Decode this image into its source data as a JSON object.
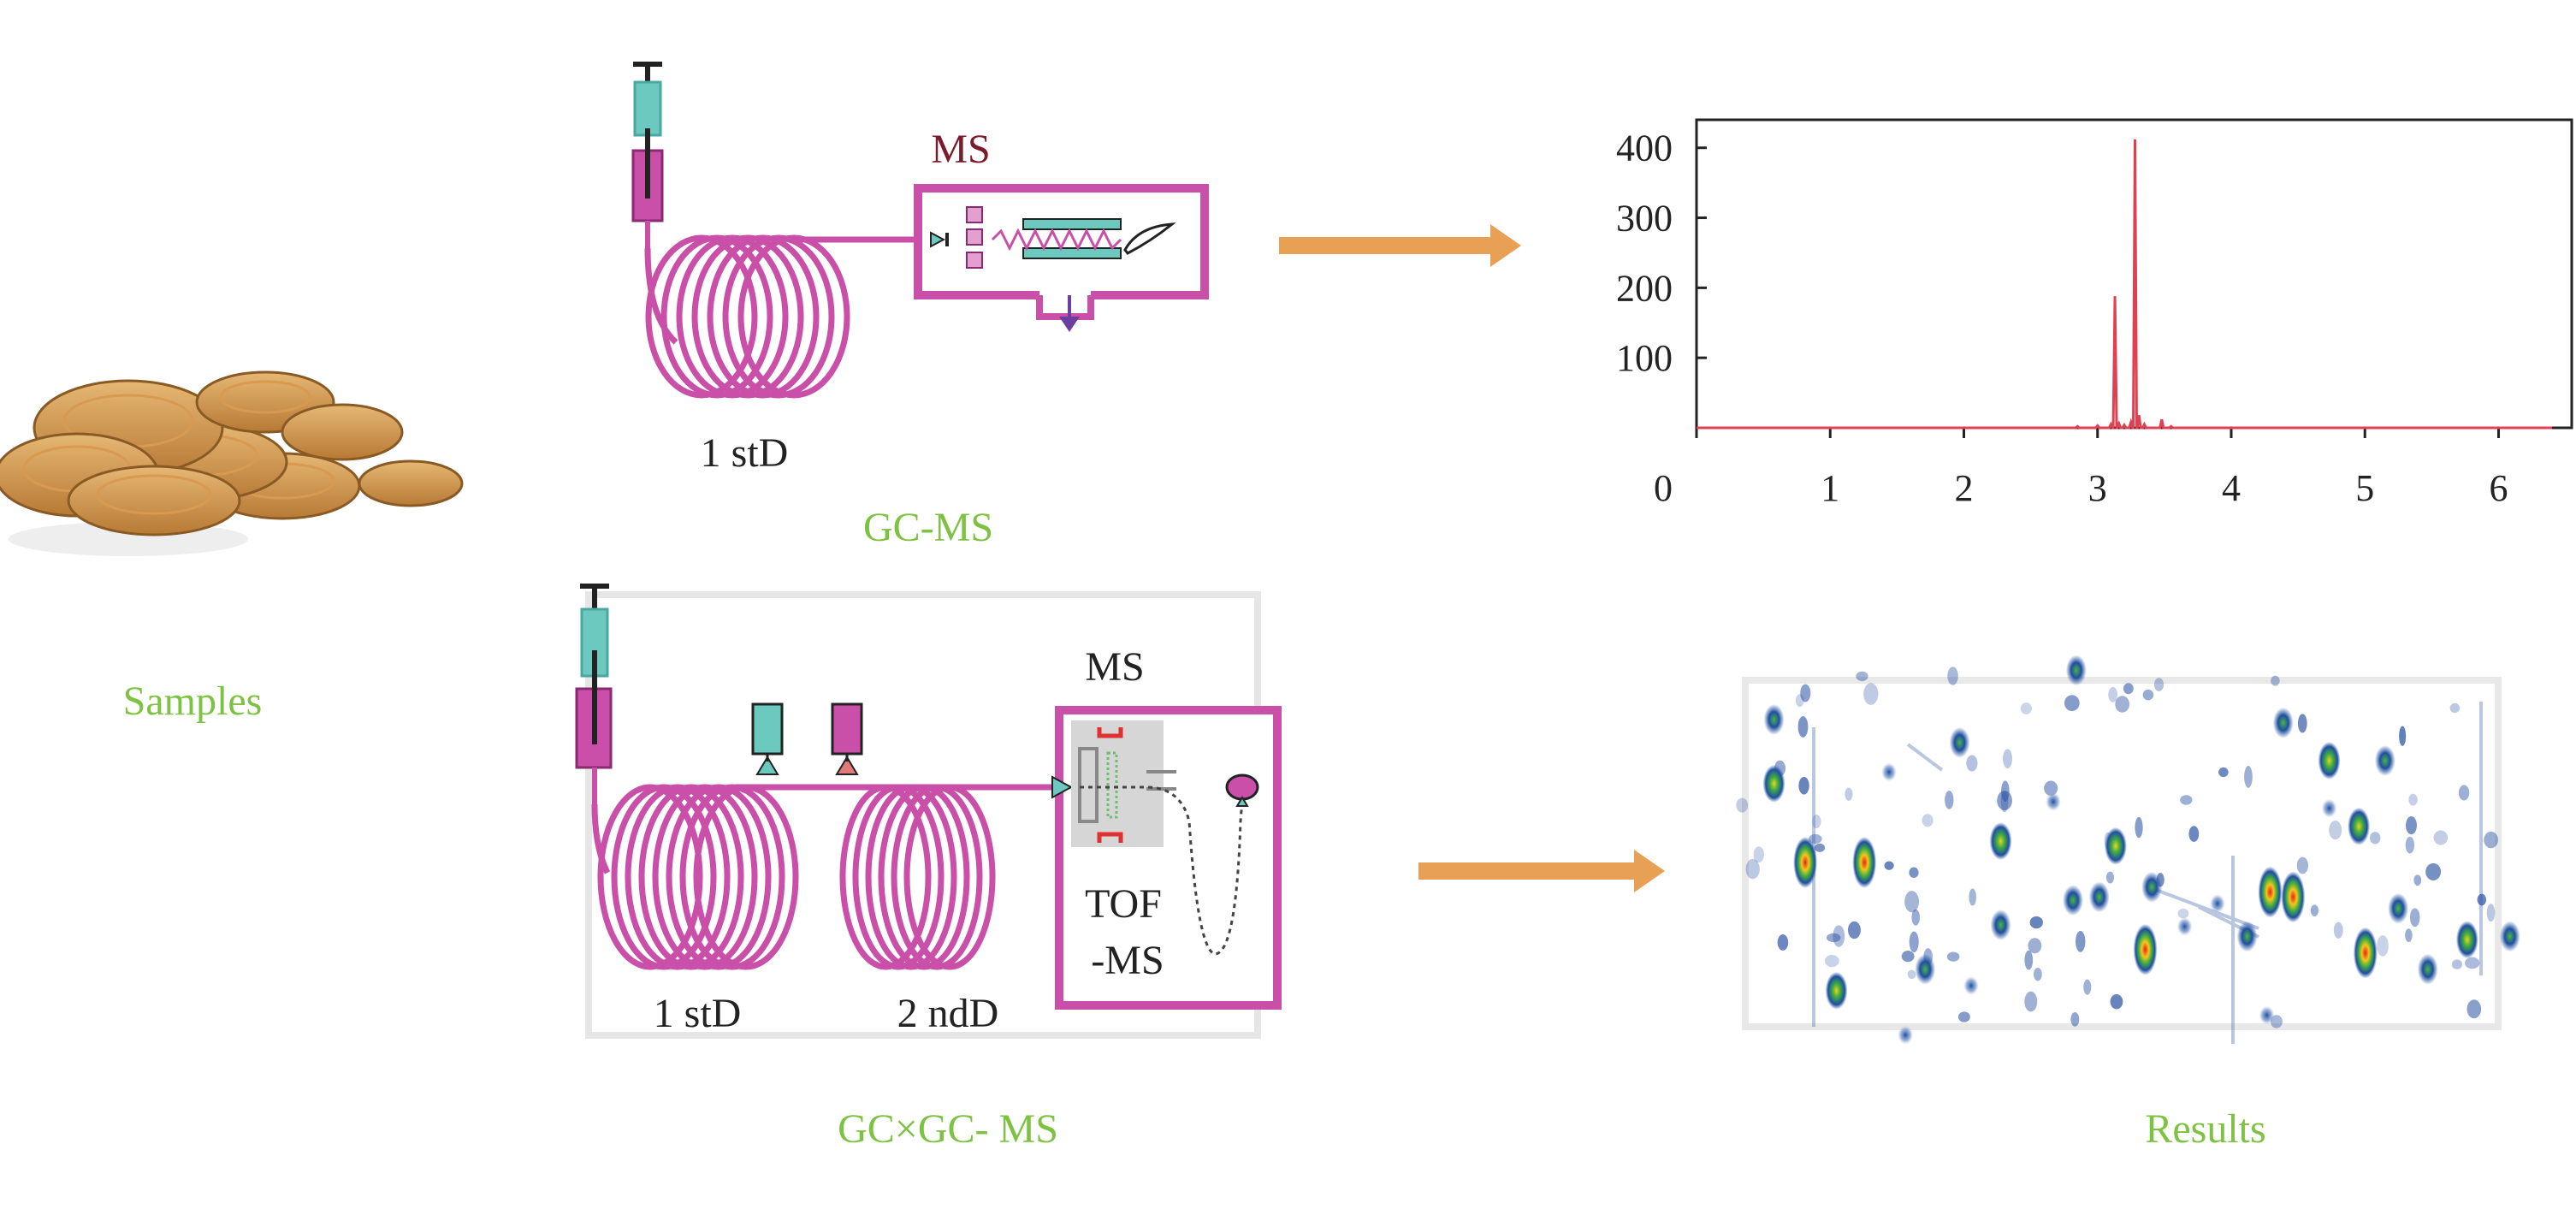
{
  "samples": {
    "label": "Samples",
    "image": "sliced-root-pieces"
  },
  "gc_ms": {
    "caption": "GC-MS",
    "detector_label": "MS",
    "column_label": "1 stD"
  },
  "gcxgc_ms": {
    "caption": "GC×GC- MS",
    "detector_label": "MS",
    "tof_label_line1": "TOF",
    "tof_label_line2": "-MS",
    "column1_label": "1 stD",
    "column2_label": "2 ndD"
  },
  "results": {
    "label": "Results"
  },
  "colors": {
    "column": "#c94fa8",
    "syringe_teal": "#6cc9c0",
    "syringe_magenta": "#c94fa8",
    "arrow": "#e8a055",
    "peak": "#e04050",
    "green_text": "#7dc242",
    "ms_text": "#7a1a2a",
    "detector_arrow": "#6b3fa0"
  },
  "chart_data": {
    "type": "line",
    "title": "",
    "xlabel": "",
    "ylabel": "",
    "xlim": [
      0,
      6.4
    ],
    "ylim": [
      0,
      440
    ],
    "x_ticks": [
      0,
      1,
      2,
      3,
      4,
      5,
      6
    ],
    "y_ticks": [
      100,
      200,
      300,
      400
    ],
    "series": [
      {
        "x": [
          2.85,
          3.0,
          3.1,
          3.13,
          3.16,
          3.2,
          3.25,
          3.28,
          3.31,
          3.35,
          3.48,
          3.55
        ],
        "values": [
          2,
          3,
          5,
          188,
          6,
          4,
          8,
          412,
          18,
          5,
          12,
          2
        ]
      }
    ]
  },
  "heatmap": {
    "spots": [
      [
        1080,
        438,
        1
      ],
      [
        1080,
        477,
        2
      ],
      [
        1099,
        525,
        3
      ],
      [
        1135,
        525,
        3
      ],
      [
        1118,
        603,
        2
      ],
      [
        1160,
        630,
        0
      ],
      [
        1193,
        452,
        1
      ],
      [
        1172,
        590,
        1
      ],
      [
        1218,
        512,
        2
      ],
      [
        1218,
        563,
        1
      ],
      [
        1262,
        548,
        1
      ],
      [
        1278,
        546,
        1
      ],
      [
        1288,
        515,
        2
      ],
      [
        1306,
        578,
        3
      ],
      [
        1310,
        540,
        1
      ],
      [
        1264,
        408,
        1
      ],
      [
        1390,
        440,
        1
      ],
      [
        1382,
        543,
        3
      ],
      [
        1396,
        546,
        3
      ],
      [
        1418,
        463,
        2
      ],
      [
        1436,
        503,
        2
      ],
      [
        1440,
        580,
        3
      ],
      [
        1452,
        463,
        1
      ],
      [
        1418,
        492,
        0
      ],
      [
        1368,
        570,
        1
      ],
      [
        1460,
        553,
        1
      ],
      [
        1502,
        572,
        2
      ],
      [
        1478,
        590,
        1
      ],
      [
        1528,
        570,
        1
      ],
      [
        1350,
        550,
        0
      ],
      [
        1330,
        564,
        0
      ],
      [
        1380,
        618,
        0
      ],
      [
        1200,
        600,
        0
      ],
      [
        1250,
        488,
        0
      ],
      [
        1150,
        470,
        0
      ]
    ]
  }
}
